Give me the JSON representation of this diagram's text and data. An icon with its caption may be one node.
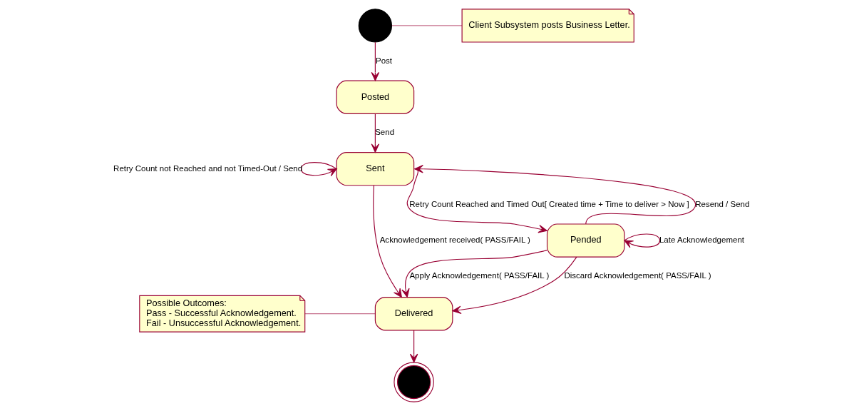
{
  "diagram": {
    "nodes": [
      {
        "text": [],
        "shape": "circle"
      },
      {
        "text": [
          "Client Subsystem posts Business Letter."
        ]
      },
      {
        "text": [
          "Posted"
        ]
      },
      {
        "text": [
          "Sent"
        ]
      },
      {
        "text": [
          "Pended"
        ]
      },
      {
        "text": [
          "Possible Outcomes:",
          "Pass - Successful Acknowledgement.",
          "Fail - Unsuccessful Acknowledgement."
        ]
      },
      {
        "text": [
          "Delivered"
        ]
      },
      {
        "text": [],
        "shape": "bullseye"
      }
    ],
    "edges": [
      {
        "from": 0,
        "to": 1,
        "arrow": "none"
      },
      {
        "from": 0,
        "to": 2,
        "arrow": "to",
        "label": "Post"
      },
      {
        "from": 2,
        "to": 3,
        "arrow": "to",
        "label": "Send"
      },
      {
        "from": 3,
        "to": 3,
        "arrow": "to",
        "label": "Retry Count not Reached and not Timed-Out / Send"
      },
      {
        "from": 3,
        "to": 4,
        "arrow": "to",
        "label": "Retry Count Reached and Timed Out[ Created time + Time to deliver > Now ]"
      },
      {
        "from": 3,
        "to": 6,
        "arrow": "to",
        "label": "Acknowledgement received( PASS/FAIL )"
      },
      {
        "from": 4,
        "to": 3,
        "arrow": "to",
        "label": "Resend / Send"
      },
      {
        "from": 4,
        "to": 6,
        "arrow": "to",
        "label": "Apply Acknowledgement( PASS/FAIL )"
      },
      {
        "from": 4,
        "to": 4,
        "arrow": "to",
        "label": "Late Acknowledgement"
      },
      {
        "from": 4,
        "to": 6,
        "arrow": "to",
        "label": "Discard Acknowledgement( PASS/FAIL )"
      },
      {
        "from": 5,
        "to": 6,
        "arrow": "none"
      },
      {
        "from": 6,
        "to": 7,
        "arrow": "to"
      }
    ]
  }
}
